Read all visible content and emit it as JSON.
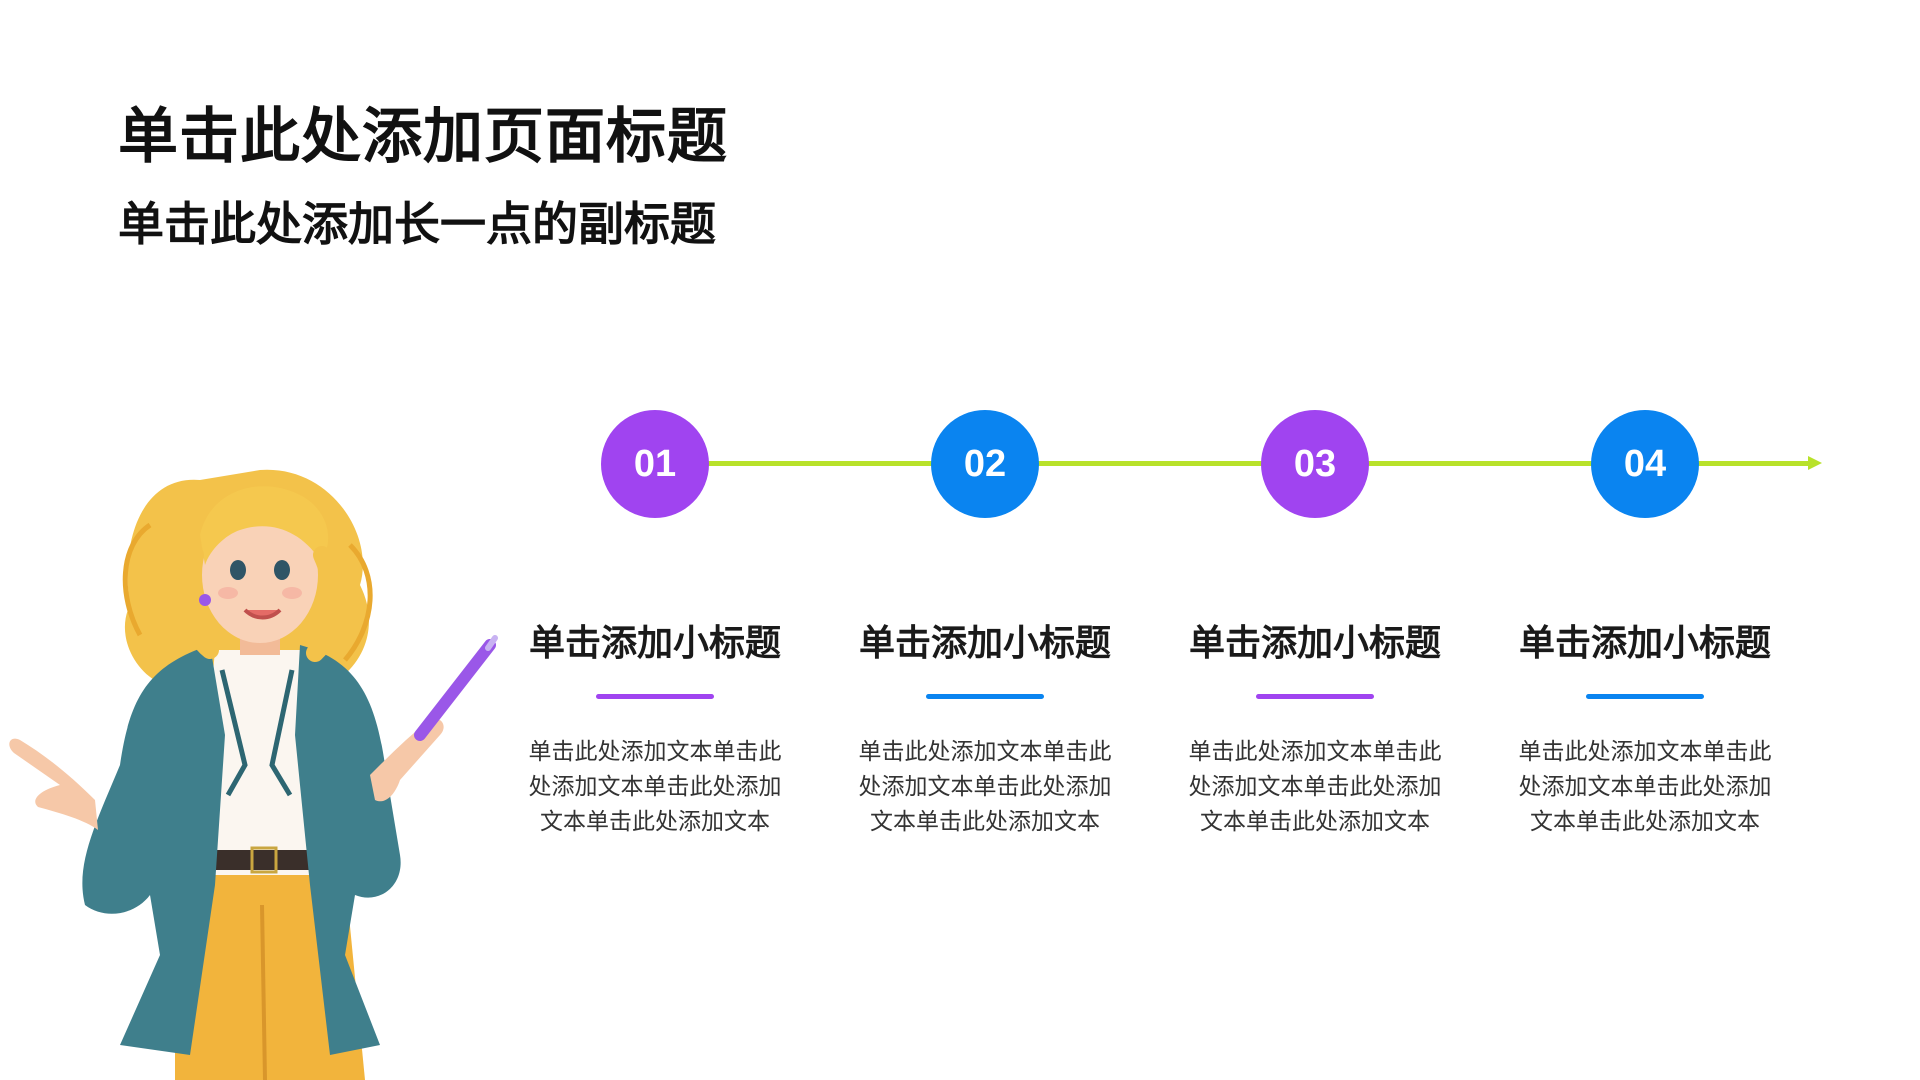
{
  "slide": {
    "title": "单击此处添加页面标题",
    "subtitle": "单击此处添加长一点的副标题"
  },
  "colors": {
    "purple": "#a044f0",
    "blue": "#0a84f0",
    "timeline": "#b8e22a"
  },
  "steps": [
    {
      "number": "01",
      "title": "单击添加小标题",
      "text": "单击此处添加文本单击此处添加文本单击此处添加文本单击此处添加文本",
      "color": "#a044f0"
    },
    {
      "number": "02",
      "title": "单击添加小标题",
      "text": "单击此处添加文本单击此处添加文本单击此处添加文本单击此处添加文本",
      "color": "#0a84f0"
    },
    {
      "number": "03",
      "title": "单击添加小标题",
      "text": "单击此处添加文本单击此处添加文本单击此处添加文本单击此处添加文本",
      "color": "#a044f0"
    },
    {
      "number": "04",
      "title": "单击添加小标题",
      "text": "单击此处添加文本单击此处添加文本单击此处添加文本单击此处添加文本",
      "color": "#0a84f0"
    }
  ],
  "illustration": {
    "icon": "woman-holding-pen-illustration"
  }
}
